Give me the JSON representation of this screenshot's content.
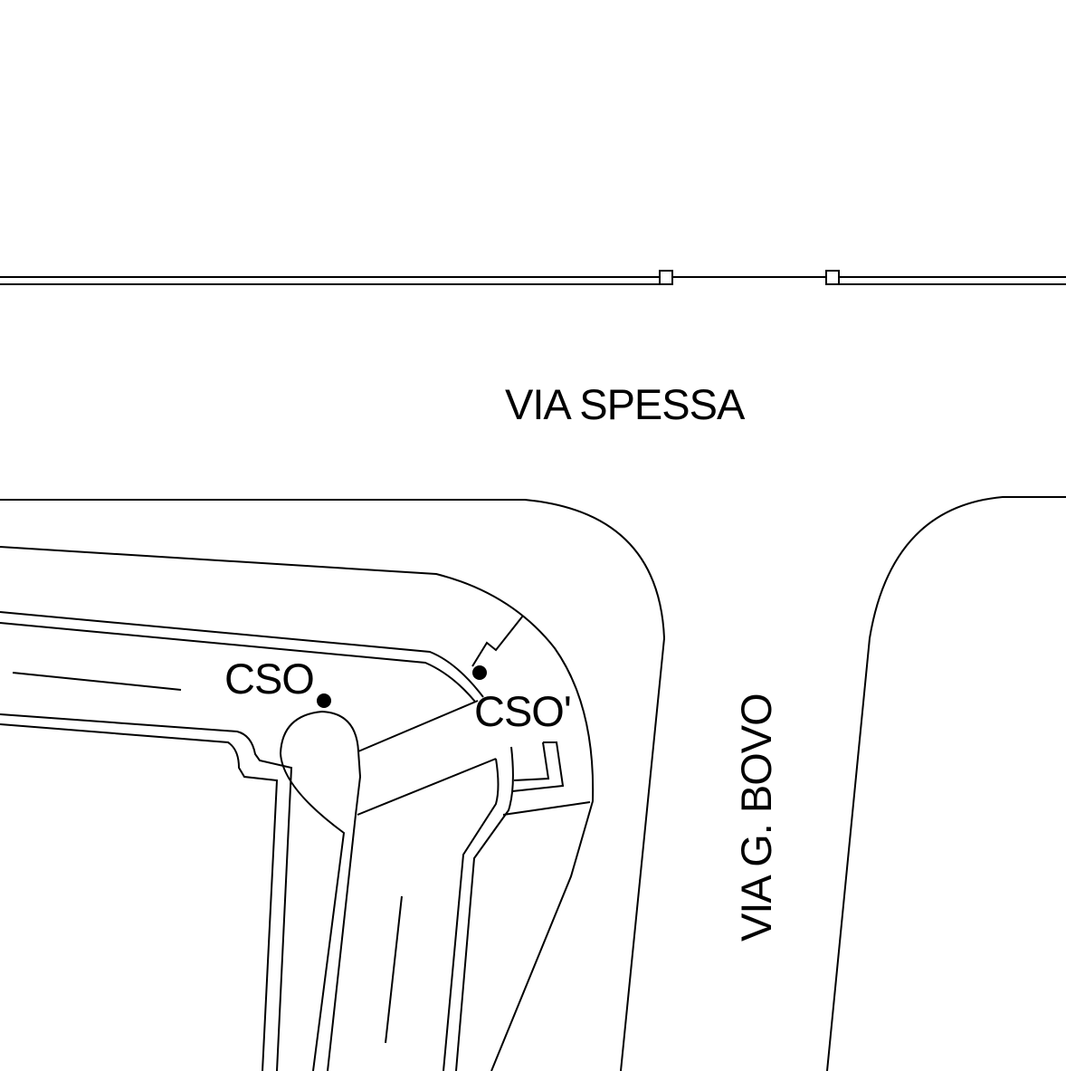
{
  "map": {
    "background_color": "#ffffff",
    "line_color": "#000000",
    "streets": {
      "via_spessa": "VIA SPESSA",
      "via_g_bovo": "VIA G. BOVO"
    },
    "points": {
      "cso": "CSO",
      "cso_prime": "CSO'"
    }
  }
}
